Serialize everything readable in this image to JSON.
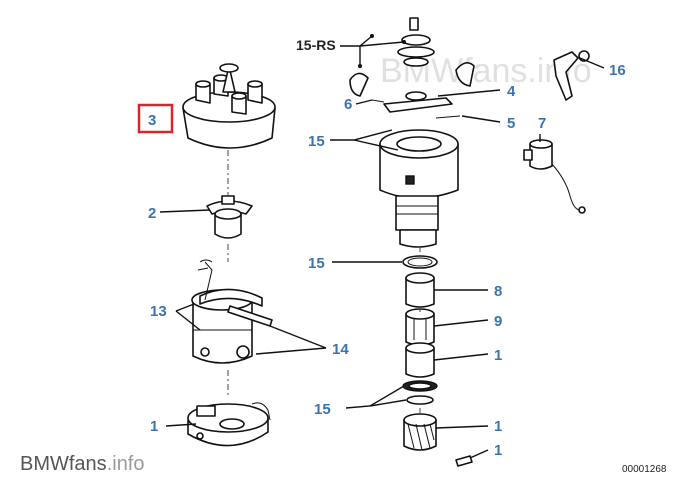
{
  "diagram": {
    "callouts": {
      "c_15rs": "15-RS",
      "c_3": "3",
      "c_16": "16",
      "c_6": "6",
      "c_4": "4",
      "c_5": "5",
      "c_7": "7",
      "c_15a": "15",
      "c_2": "2",
      "c_15b": "15",
      "c_8": "8",
      "c_13": "13",
      "c_9": "9",
      "c_14": "14",
      "c_1a": "1",
      "c_15c": "15",
      "c_1b": "1",
      "c_1c": "1",
      "c_1d": "1"
    },
    "highlighted_callout": "3",
    "highlight_color": "#d8262c",
    "callout_color": "#3b73b2",
    "watermark": "BMWfans.info",
    "brand": {
      "name": "BMWfans",
      "suffix": ".info"
    },
    "diagram_number": "00001268"
  }
}
